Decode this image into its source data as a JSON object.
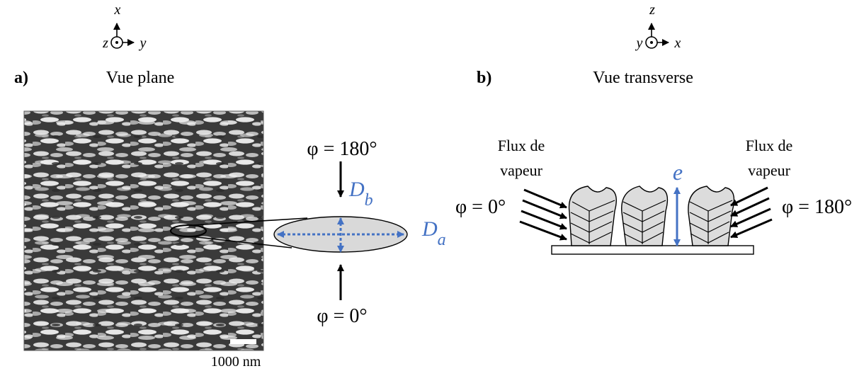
{
  "panel_a": {
    "label": "a)",
    "title": "Vue plane",
    "axes": {
      "up": "x",
      "right": "y",
      "center": "z"
    },
    "scale_bar": "1000 nm",
    "phi_top": "φ = 180°",
    "phi_bottom": "φ = 0°",
    "dim_a_main": "D",
    "dim_a_sub": "a",
    "dim_b_main": "D",
    "dim_b_sub": "b"
  },
  "panel_b": {
    "label": "b)",
    "title": "Vue transverse",
    "axes": {
      "up": "z",
      "right": "x",
      "center": "y"
    },
    "flux_left_1": "Flux de",
    "flux_left_2": "vapeur",
    "flux_right_1": "Flux de",
    "flux_right_2": "vapeur",
    "phi_left": "φ = 0°",
    "phi_right": "φ = 180°",
    "thickness": "e"
  },
  "colors": {
    "accent_blue": "#4472C4",
    "ellipse_fill": "#D9D9D9",
    "column_fill": "#DCDCDC"
  }
}
